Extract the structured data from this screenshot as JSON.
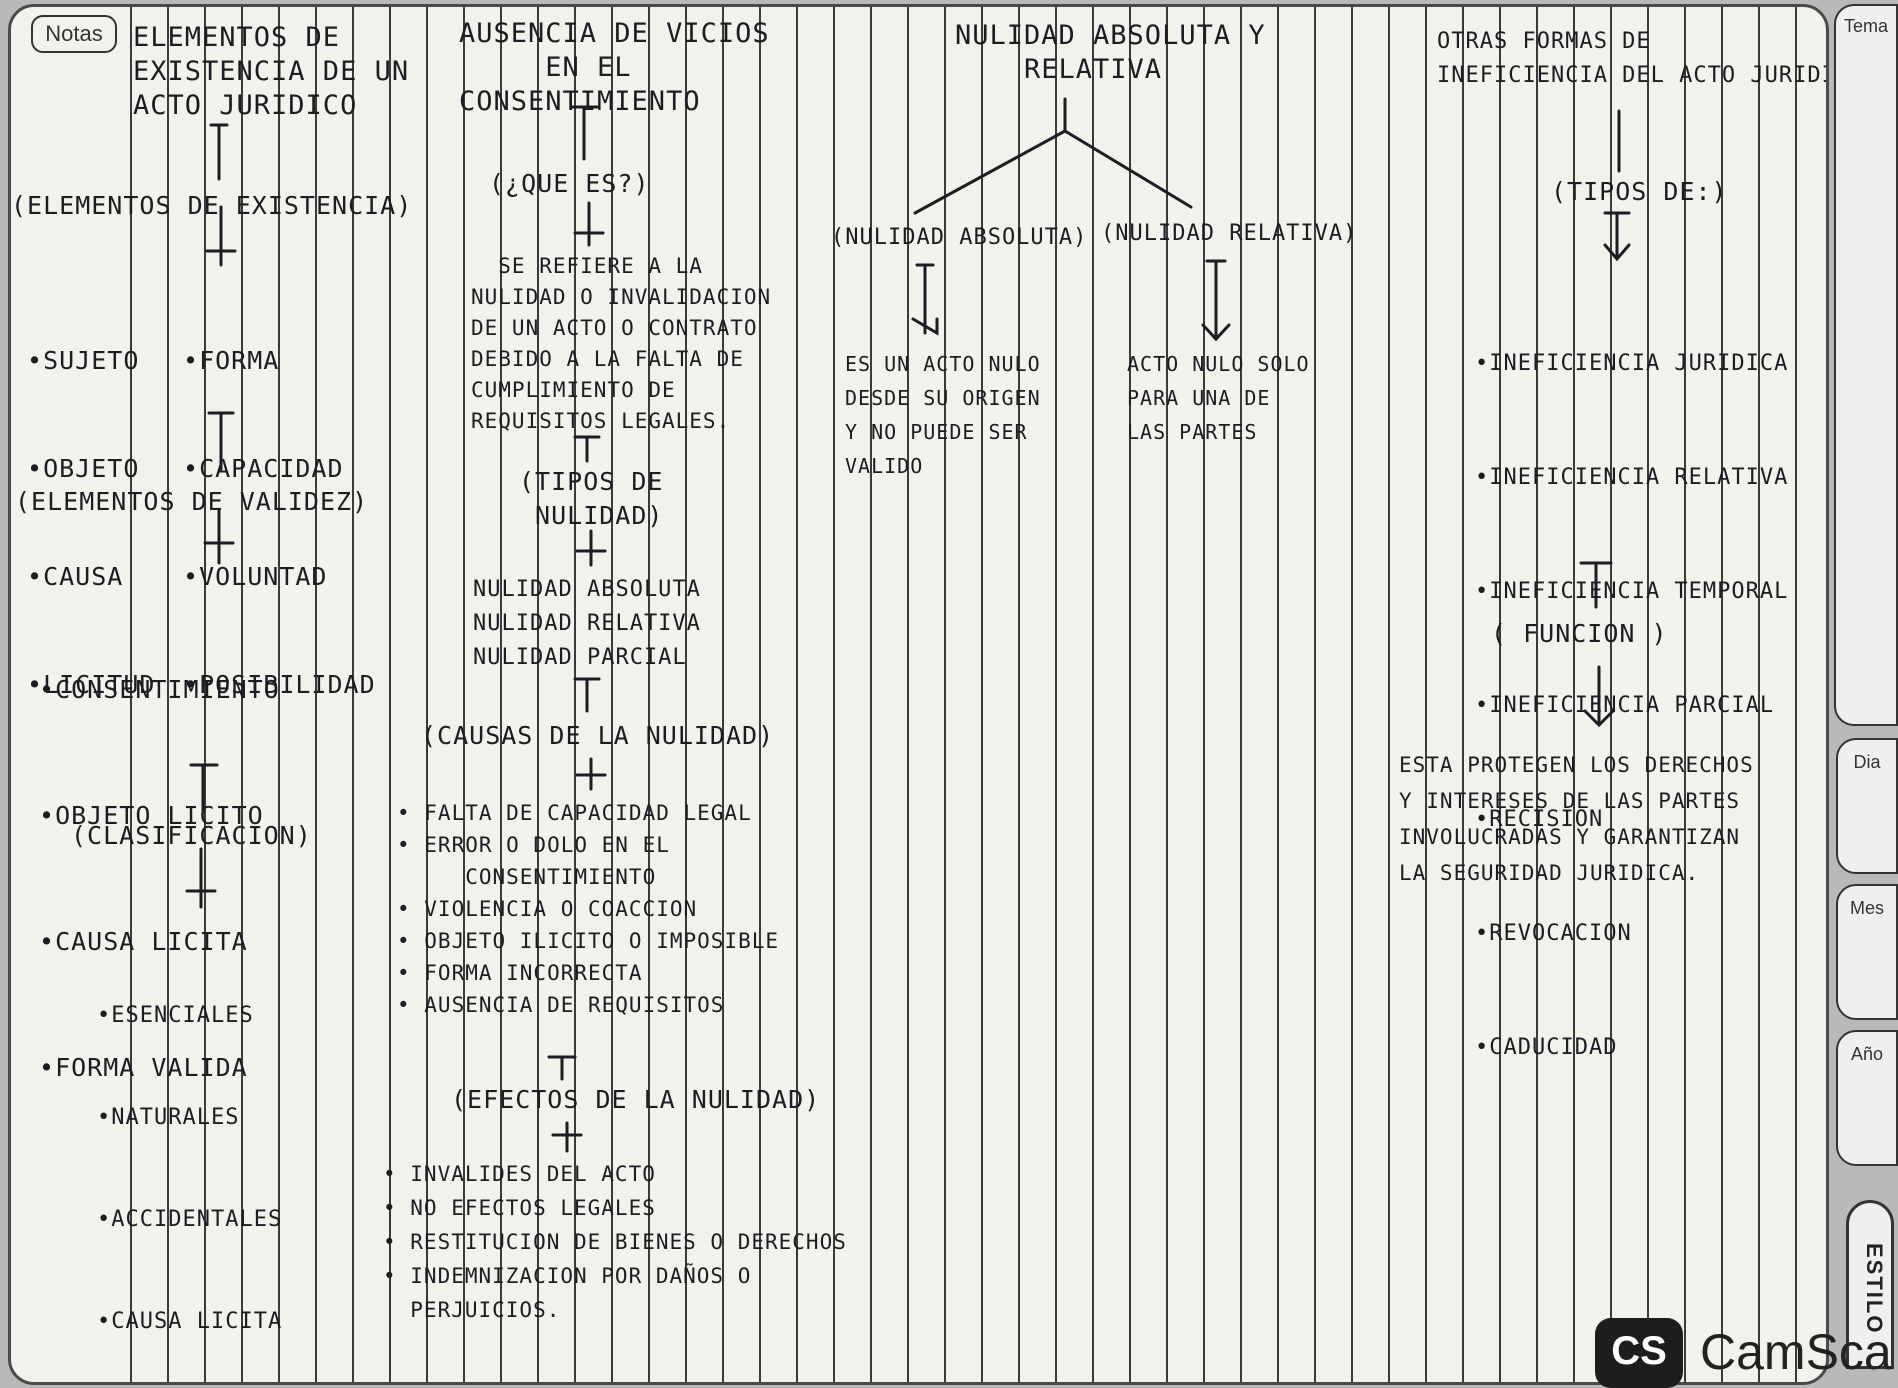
{
  "labels": {
    "notas": "Notas",
    "tema": "Tema",
    "dia": "Dia",
    "mes": "Mes",
    "ano": "Año",
    "estilo": "ESTILO",
    "watermark_badge": "CS",
    "watermark_text": "CamSca"
  },
  "col1": {
    "title": "ELEMENTOS DE\nEXISTENCIA DE UN\nACTO JURIDICO",
    "existencia_heading": "(ELEMENTOS DE EXISTENCIA)",
    "existencia_left": [
      "SUJETO",
      "OBJETO",
      "CAUSA",
      "LICITUD"
    ],
    "existencia_right": [
      "FORMA",
      "CAPACIDAD",
      "VOLUNTAD",
      "POSIBILIDAD"
    ],
    "validez_heading": "(ELEMENTOS DE VALIDEZ)",
    "validez_items": [
      "CONSENTIMIENTO",
      "OBJETO LICITO",
      "CAUSA LICITA",
      "FORMA VALIDA"
    ],
    "clasificacion_heading": "(CLASIFICACION)",
    "clasificacion_items": [
      "ESENCIALES",
      "NATURALES",
      "ACCIDENTALES",
      "CAUSA LICITA"
    ]
  },
  "col2": {
    "title": "AUSENCIA DE VICIOS\n     EN EL\nCONSENTIMIENTO",
    "que_es_heading": "(¿QUE ES?)",
    "definition": "  SE REFIERE A LA\nNULIDAD O INVALIDACION\nDE UN ACTO O CONTRATO\nDEBIDO A LA FALTA DE\nCUMPLIMIENTO DE\nREQUISITOS LEGALES.",
    "tipos_heading": "(TIPOS DE\n NULIDAD)",
    "tipos_items": "NULIDAD ABSOLUTA\nNULIDAD RELATIVA\nNULIDAD PARCIAL",
    "causas_heading": "(CAUSAS DE LA NULIDAD)",
    "causas_items": "• FALTA DE CAPACIDAD LEGAL\n• ERROR O DOLO EN EL\n     CONSENTIMIENTO\n• VIOLENCIA O COACCION\n• OBJETO ILICITO O IMPOSIBLE\n• FORMA INCORRECTA\n• AUSENCIA DE REQUISITOS",
    "efectos_heading": "(EFECTOS DE LA NULIDAD)",
    "efectos_items": "• INVALIDES DEL ACTO\n• NO EFECTOS LEGALES\n• RESTITUCION DE BIENES O DERECHOS\n• INDEMNIZACION POR DAÑOS O\n  PERJUICIOS."
  },
  "col3": {
    "title": "NULIDAD ABSOLUTA Y\n    RELATIVA",
    "branch_left": "(NULIDAD ABSOLUTA)",
    "branch_right": "(NULIDAD RELATIVA)",
    "left_text": "ES UN ACTO NULO\nDESDE SU ORIGEN\nY NO PUEDE SER\nVALIDO",
    "right_text": "ACTO NULO SOLO\nPARA UNA DE\nLAS PARTES"
  },
  "col4": {
    "title": "OTRAS FORMAS DE\nINEFICIENCIA DEL ACTO JURIDICO",
    "tipos_heading": "(TIPOS DE:)",
    "tipos_items": [
      "INEFICIENCIA JURIDICA",
      "INEFICIENCIA RELATIVA",
      "INEFICIENCIA TEMPORAL",
      "INEFICIENCIA PARCIAL",
      "RECISION",
      "REVOCACION",
      "CADUCIDAD"
    ],
    "funcion_heading": "( FUNCION )",
    "funcion_text": "ESTA PROTEGEN LOS DERECHOS\nY INTERESES DE LAS PARTES\nINVOLUCRADAS Y GARANTIZAN\nLA SEGURIDAD JURIDICA."
  }
}
